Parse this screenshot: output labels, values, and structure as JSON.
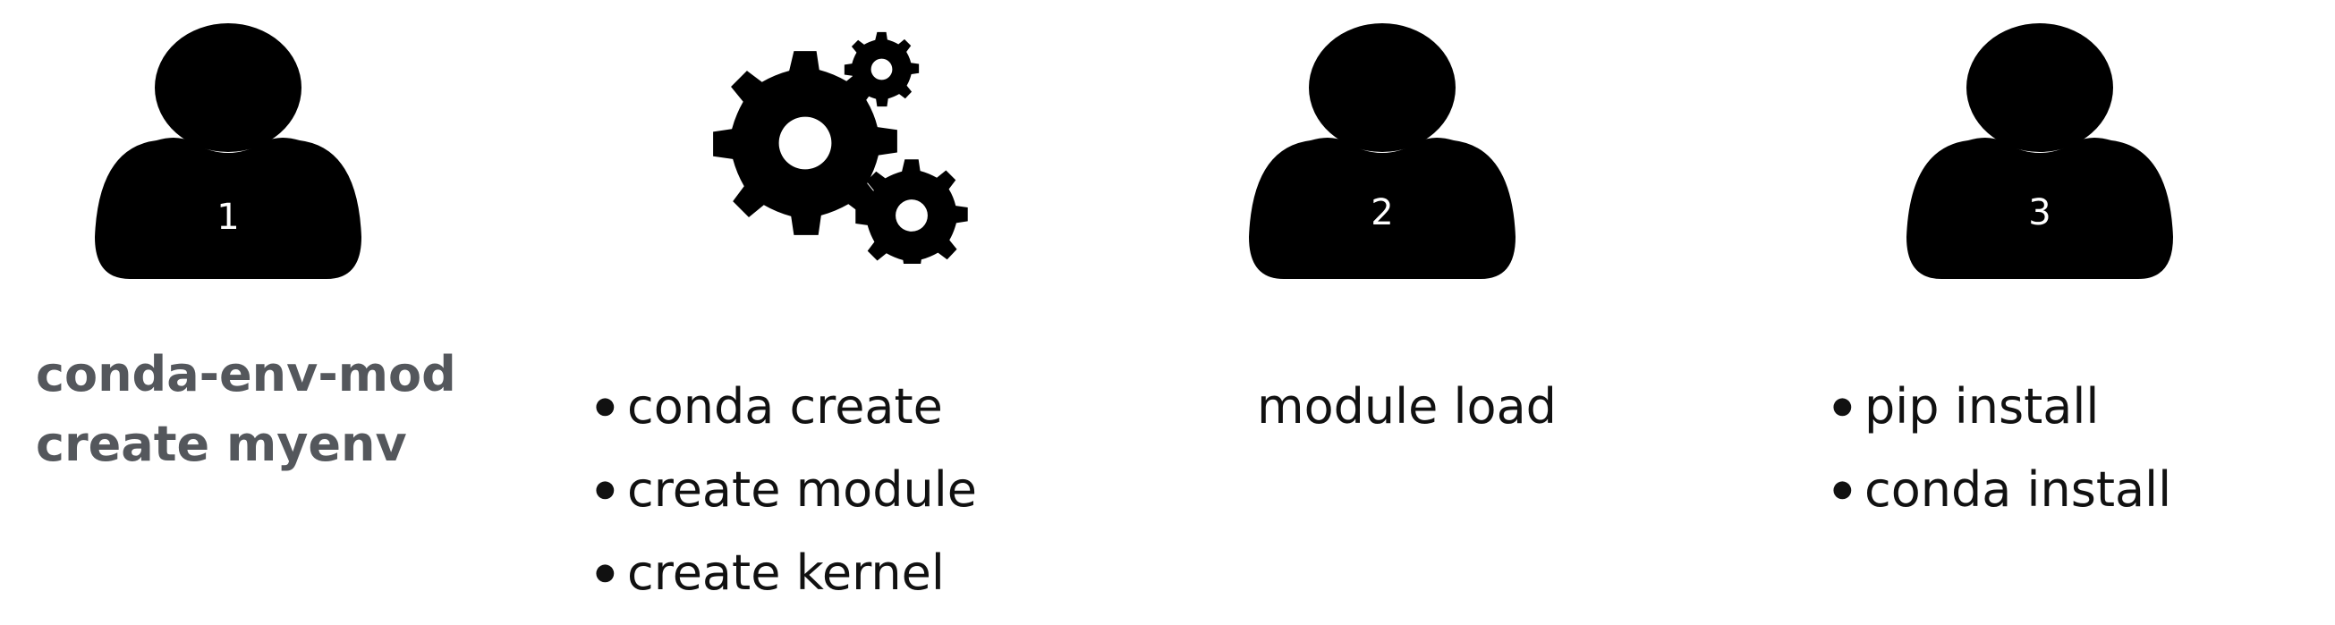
{
  "steps": [
    {
      "user_number": "1",
      "command_lines": [
        "conda-env-mod",
        "create myenv"
      ]
    },
    {
      "bullets": [
        "conda create",
        "create module",
        "create kernel"
      ]
    },
    {
      "user_number": "2",
      "command": "module load"
    },
    {
      "user_number": "3",
      "bullets": [
        "pip install",
        "conda install"
      ]
    }
  ],
  "icons": [
    "user-icon",
    "gears-icon",
    "user-icon",
    "user-icon"
  ],
  "colors": {
    "icon": "#000000",
    "bold_command": "#54575c",
    "text": "#111111"
  }
}
